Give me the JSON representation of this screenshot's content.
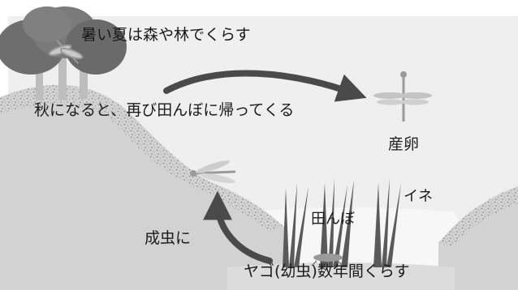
{
  "labels": {
    "summer": "暑い夏は森や林でくらす",
    "return_autumn": "秋になると、再び田んぼに帰ってくる",
    "egg_laying": "産卵",
    "rice": "イネ",
    "rice_paddy": "田んぼ",
    "become_adult": "成虫に",
    "larva_years": "ヤゴ(幼虫)数年間くらす"
  },
  "colors": {
    "hill": "#d2d2d2",
    "hill_texture": "#8f8f8f",
    "tree_crown": "#6e6e6e",
    "tree_trunk": "#bdbdbd",
    "water": "#f2f2f2",
    "rice_stalk": "#5a5a5a",
    "arrow": "#4a4a4a",
    "dragonfly": "#9a9a9a"
  }
}
